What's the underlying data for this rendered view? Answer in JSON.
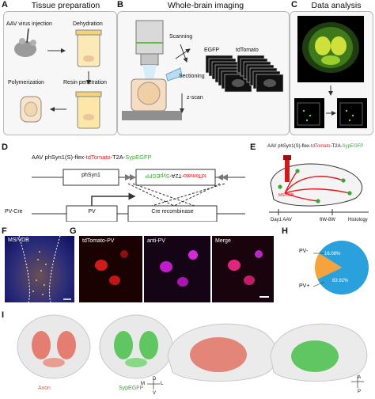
{
  "panels": {
    "A": {
      "letter": "A",
      "title": "Tissue preparation",
      "labels": {
        "aav": "AAV virus injection",
        "dehydration": "Dehydration",
        "polymerization": "Polymerization",
        "resin": "Resin penetration"
      }
    },
    "B": {
      "letter": "B",
      "title": "Whole-brain imaging",
      "labels": {
        "scanning": "Scanning",
        "sectioning": "Sectioning",
        "zscan": "z-scan",
        "egfp": "EGFP",
        "tdtomato": "tdTomato"
      }
    },
    "C": {
      "letter": "C",
      "title": "Data analysis"
    },
    "D": {
      "letter": "D",
      "construct_prefix": "AAV phSyn1(S)-flex-",
      "construct_red": "tdTomato",
      "construct_mid": "-T2A-",
      "construct_green": "SypEGFP",
      "box_phsyn": "phSyn1",
      "box_insert_red": "tdTomato",
      "box_insert_mid": "-T2A-",
      "box_insert_green": "SypEGFP",
      "pvcre": "PV-Cre",
      "box_pv": "PV",
      "box_cre": "Cre recombinase"
    },
    "E": {
      "letter": "E",
      "construct_prefix": "AAV phSyn1(S)-flex-",
      "construct_red": "tdTomato",
      "construct_mid": "-T2A-",
      "construct_green": "SypEGFP",
      "region": "MS/VDB",
      "timeline": [
        "Day1 AAV",
        "6W-8W",
        "Histology"
      ]
    },
    "F": {
      "letter": "F",
      "region": "MS/VDB"
    },
    "G": {
      "letter": "G",
      "channels": [
        "tdTomato-PV",
        "anti-PV",
        "Merge"
      ]
    },
    "H": {
      "letter": "H",
      "minus_label": "PV-",
      "plus_label": "PV+",
      "minus_pct": "16.08%",
      "plus_pct": "83.92%"
    },
    "I": {
      "letter": "I",
      "axon": "Axon",
      "sypegfp": "SypEGFP",
      "axes": {
        "d": "D",
        "v": "V",
        "m": "M",
        "l": "L",
        "a": "A",
        "p": "P"
      }
    }
  },
  "chart_data": {
    "type": "pie",
    "categories": [
      "PV+",
      "PV-"
    ],
    "values": [
      83.92,
      16.08
    ],
    "colors": [
      "#2aa0dc",
      "#f5a33c"
    ]
  },
  "colors": {
    "red": "#e8141b",
    "green": "#3aa637",
    "pie_blue": "#2aa0dc",
    "pie_orange": "#f5a33c"
  }
}
